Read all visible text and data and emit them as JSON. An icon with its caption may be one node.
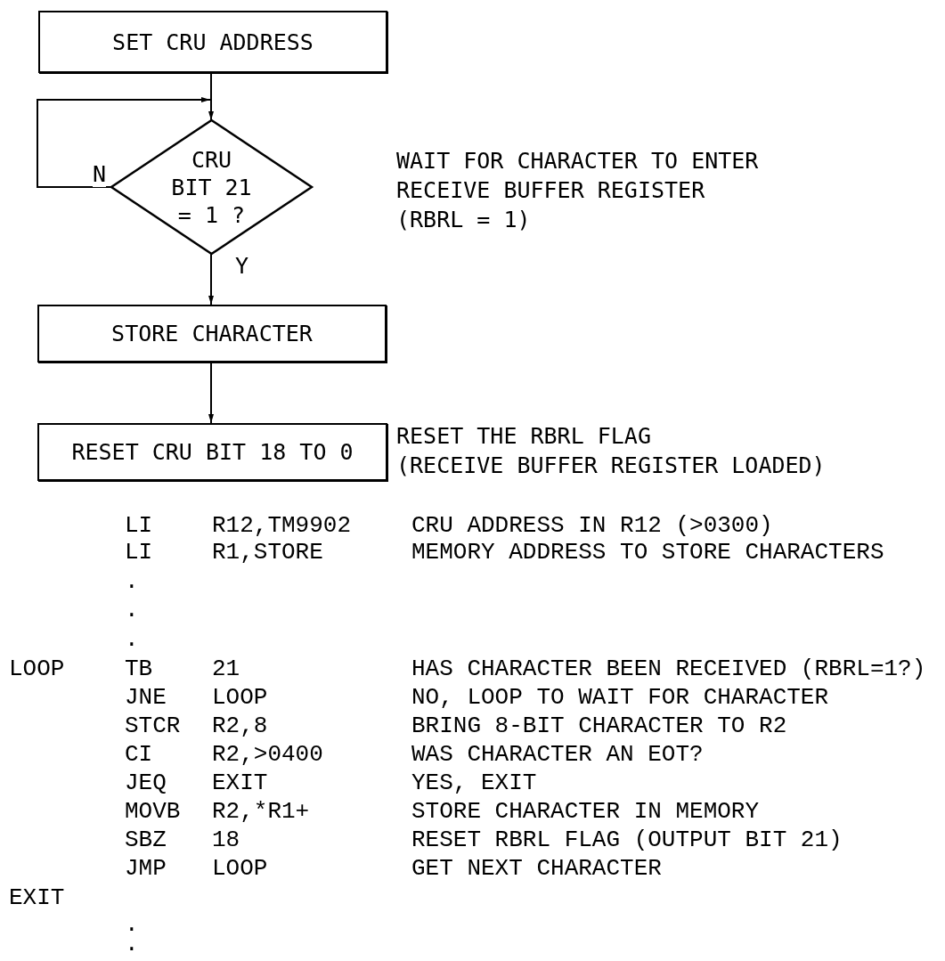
{
  "diagram": {
    "nodes": [
      {
        "text": [
          "SET CRU ADDRESS"
        ]
      },
      {
        "text": [
          "CRU BIT 21 = 1 ?"
        ],
        "beside": [
          "WAIT FOR CHARACTER TO ENTER RECEIVE BUFFER REGISTER",
          "(RBRL = 1)"
        ]
      },
      {
        "text": [
          "STORE CHARACTER"
        ]
      },
      {
        "text": [
          "RESET CRU BIT 18 TO 0"
        ],
        "beside": [
          "RESET THE RBRL FLAG",
          "(RECEIVE BUFFER REGISTER LOADED)"
        ]
      }
    ],
    "edges": [
      {
        "from": 0,
        "to": 1,
        "arrow": "to"
      },
      {
        "from": 1,
        "to": 1,
        "arrow": "to",
        "label": "N"
      },
      {
        "from": 1,
        "to": 2,
        "arrow": "to",
        "label": "Y"
      },
      {
        "from": 2,
        "to": 3,
        "arrow": "to"
      }
    ],
    "labels": [
      "LI",
      "R12,TM9902",
      "CRU ADDRESS IN R12 (>0300)",
      "LI",
      "R1,STORE",
      "MEMORY ADDRESS TO STORE CHARACTERS",
      ".",
      ".",
      ".",
      "LOOP",
      "TB",
      "21",
      "HAS CHARACTER BEEN RECEIVED (RBRL=1?)",
      "JNE",
      "LOOP",
      "NO, LOOP TO WAIT FOR CHARACTER",
      "STCR",
      "R2,8",
      "BRING 8-BIT CHARACTER TO R2",
      "CI",
      "R2,>0400",
      "WAS CHARACTER AN EOT?",
      "JEQ",
      "EXIT",
      "YES, EXIT",
      "MOVB",
      "R2,*R1+",
      "STORE CHARACTER IN MEMORY",
      "SBZ",
      "18",
      "RESET RBRL FLAG (OUTPUT BIT 21)",
      "JMP",
      "LOOP",
      "GET NEXT CHARACTER",
      "EXIT",
      ".",
      "."
    ]
  }
}
